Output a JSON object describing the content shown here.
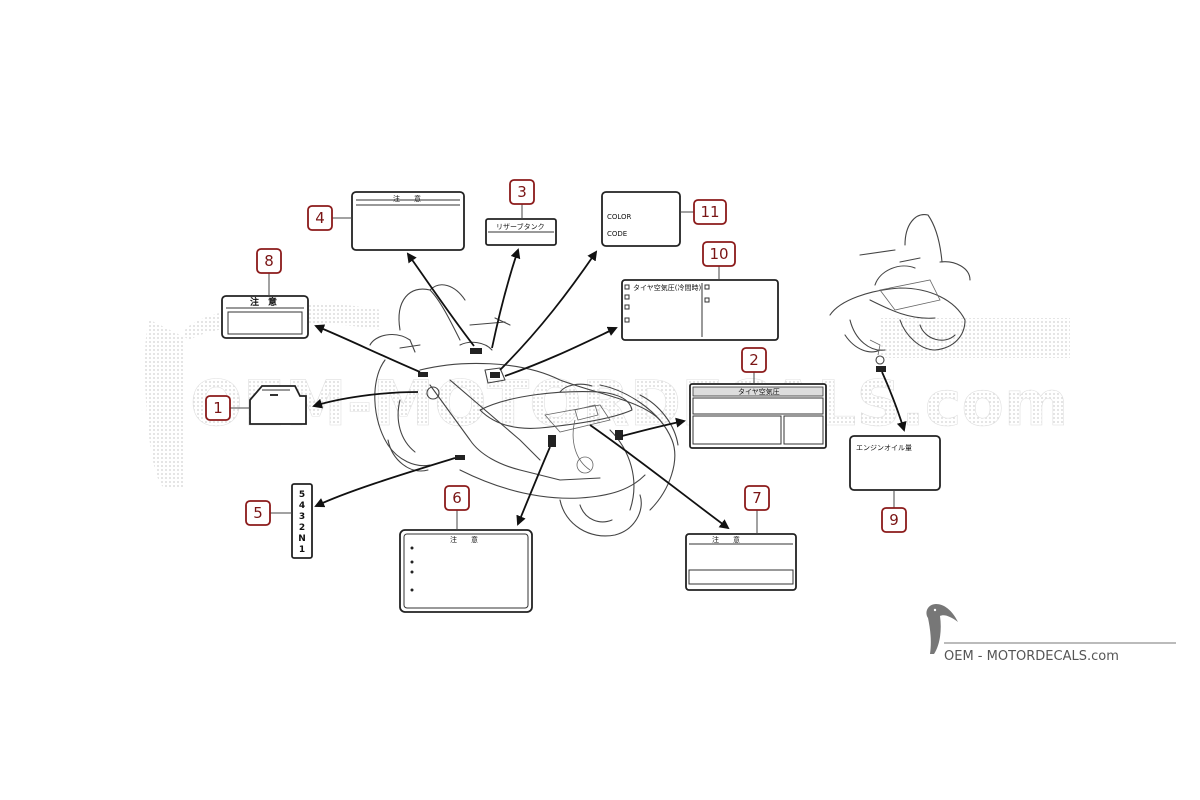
{
  "watermark": {
    "text": "OEM-MOTORDECALS.com",
    "color": "#d8d8d8"
  },
  "logo": {
    "text": "OEM - MOTORDECALS.com",
    "color": "#555555",
    "bird_color": "#777777"
  },
  "callouts": [
    {
      "number": "1"
    },
    {
      "number": "2"
    },
    {
      "number": "3"
    },
    {
      "number": "4"
    },
    {
      "number": "5"
    },
    {
      "number": "6"
    },
    {
      "number": "7"
    },
    {
      "number": "8"
    },
    {
      "number": "9"
    },
    {
      "number": "10"
    },
    {
      "number": "11"
    }
  ],
  "labels": {
    "caution_short": "注　意",
    "caution_spaced": "注　　意",
    "reserve_tank": "リザーブタンク",
    "color_word": "COLOR",
    "code_word": "CODE",
    "tire_pressure": "タイヤ空気圧",
    "engine_oil": "エンジンオイル量",
    "gear_positions": [
      "5",
      "4",
      "3",
      "2",
      "N",
      "1"
    ],
    "label10_text": "タイヤ空気圧(冷間時)"
  },
  "colors": {
    "callout_border": "#8b1a1a",
    "callout_text": "#7a1515",
    "line": "#111111"
  }
}
